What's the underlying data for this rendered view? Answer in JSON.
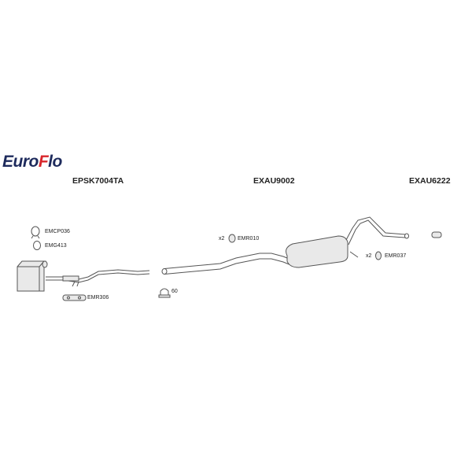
{
  "brand": {
    "name_part1": "Euro",
    "name_accent": "F",
    "name_part2": "lo",
    "colors": {
      "primary": "#1d2a5c",
      "accent": "#d8262b"
    }
  },
  "sections": [
    {
      "code": "EPSK7004TA"
    },
    {
      "code": "EXAU9002"
    },
    {
      "code": "EXAU6222"
    }
  ],
  "parts": [
    {
      "label": "EMCP036",
      "icon": "clamp-ring-icon"
    },
    {
      "label": "EMG413",
      "icon": "gasket-ring-icon"
    },
    {
      "label": "EMR306",
      "icon": "rubber-mount-bracket-icon"
    },
    {
      "label": "60",
      "icon": "u-bolt-clamp-icon"
    },
    {
      "qty": "x2",
      "label": "EMR010",
      "icon": "rubber-hanger-icon"
    },
    {
      "qty": "x2",
      "label": "EMR037",
      "icon": "rubber-hanger-icon"
    }
  ]
}
